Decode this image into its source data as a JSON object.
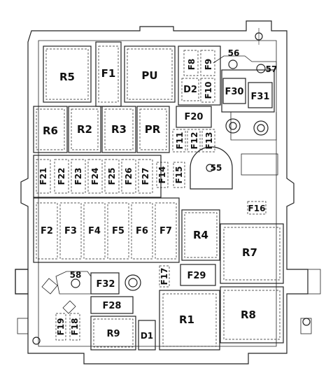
{
  "labels": {
    "R5": "R5",
    "F1": "F1",
    "PU": "PU",
    "R6": "R6",
    "R2": "R2",
    "R3": "R3",
    "PR": "PR",
    "F8": "F8",
    "F9": "F9",
    "D2": "D2",
    "F10": "F10",
    "F30": "F30",
    "F31": "F31",
    "F20": "F20",
    "F11": "F11",
    "F12": "F12",
    "F13": "F13",
    "N56": "56",
    "N57": "57",
    "N55": "55",
    "N58": "58",
    "F21": "F21",
    "F22": "F22",
    "F23": "F23",
    "F24": "F24",
    "F25": "F25",
    "F26": "F26",
    "F27": "F27",
    "F14": "F14",
    "F15": "F15",
    "F16": "F16",
    "F2": "F2",
    "F3": "F3",
    "F4": "F4",
    "F5": "F5",
    "F6": "F6",
    "F7": "F7",
    "R4": "R4",
    "R7": "R7",
    "F32": "F32",
    "F17": "F17",
    "F29": "F29",
    "F28": "F28",
    "R1": "R1",
    "R8": "R8",
    "F19": "F19",
    "F18": "F18",
    "R9": "R9",
    "D1": "D1"
  }
}
